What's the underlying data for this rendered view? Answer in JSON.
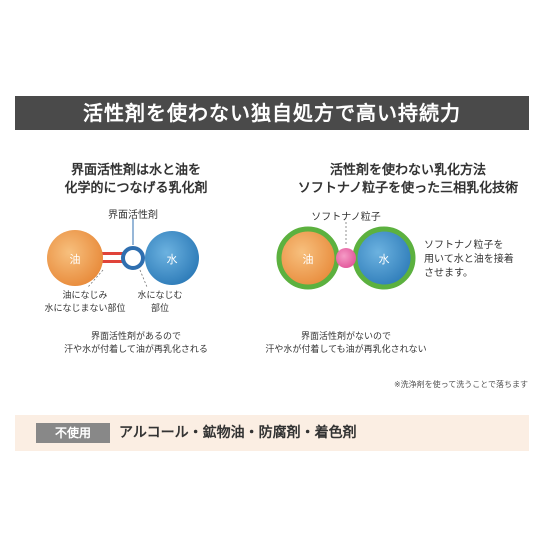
{
  "banner": {
    "title": "活性剤を使わない独自処方で高い持続力"
  },
  "left": {
    "heading_line1": "界面活性剤は水と油を",
    "heading_line2": "化学的につなげる乳化剤",
    "surfactant_label": "界面活性剤",
    "oil_label": "油",
    "water_label": "水",
    "oil_side_line1": "油になじみ",
    "oil_side_line2": "水になじまない部位",
    "water_side_line1": "水になじむ",
    "water_side_line2": "部位",
    "caption_line1": "界面活性剤があるので",
    "caption_line2": "汗や水が付着して油が再乳化される"
  },
  "right": {
    "heading_line1": "活性剤を使わない乳化方法",
    "heading_line2": "ソフトナノ粒子を使った三相乳化技術",
    "particle_label": "ソフトナノ粒子",
    "oil_label": "油",
    "water_label": "水",
    "desc_line1": "ソフトナノ粒子を",
    "desc_line2": "用いて水と油を接着",
    "desc_line3": "させます。",
    "caption_line1": "界面活性剤がないので",
    "caption_line2": "汗や水が付着しても油が再乳化されない"
  },
  "note": "※洗浄剤を使って洗うことで落ちます",
  "footer": {
    "tag": "不使用",
    "text": "アルコール・鉱物油・防腐剤・着色剤"
  },
  "colors": {
    "banner_bg": "#4a4a4a",
    "oil": "#f0a45a",
    "water": "#3d8fc9",
    "surfactant_link": "#e0443a",
    "surfactant_ring": "#2f6fb0",
    "green_ring": "#5cb13f",
    "particle": "#e96aa6",
    "footer_bg": "#fbeee3",
    "tag_bg": "#888888"
  }
}
